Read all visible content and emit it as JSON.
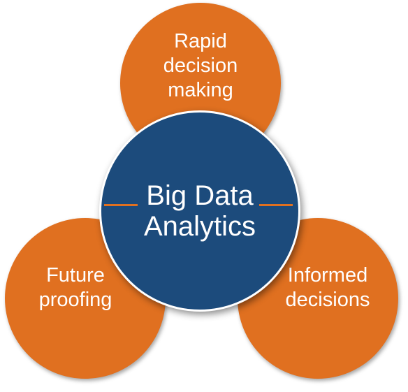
{
  "diagram": {
    "center": {
      "label": "Big Data\nAnalytics"
    },
    "nodes": [
      {
        "id": "top",
        "label": "Rapid\ndecision\nmaking"
      },
      {
        "id": "left",
        "label": "Future\nproofing"
      },
      {
        "id": "right",
        "label": "Informed\ndecisions"
      }
    ]
  },
  "colors": {
    "orange": "#e07020",
    "blue": "#1c4b7c",
    "text": "#ffffff"
  }
}
